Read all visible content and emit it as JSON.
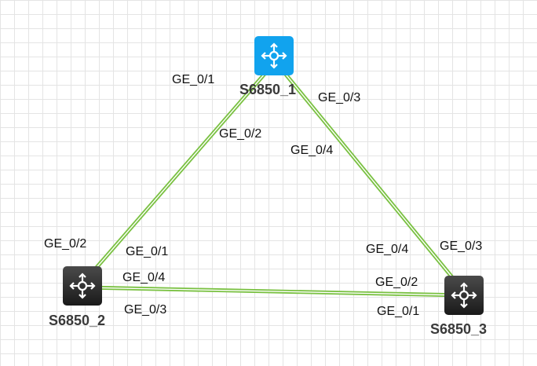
{
  "devices": {
    "s1": {
      "name": "S6850_1",
      "icon": "l3-switch-icon",
      "color": "#11a3ee"
    },
    "s2": {
      "name": "S6850_2",
      "icon": "l3-switch-icon",
      "color": "#262626"
    },
    "s3": {
      "name": "S6850_3",
      "icon": "l3-switch-icon",
      "color": "#262626"
    }
  },
  "links": [
    {
      "from": "S6850_1",
      "to": "S6850_2",
      "color": "#7ac142"
    },
    {
      "from": "S6850_1",
      "to": "S6850_3",
      "color": "#7ac142"
    },
    {
      "from": "S6850_2",
      "to": "S6850_3",
      "color": "#7ac142"
    }
  ],
  "ports": {
    "p1": "GE_0/1",
    "p2": "GE_0/3",
    "p3": "GE_0/2",
    "p4": "GE_0/4",
    "p5": "GE_0/2",
    "p6": "GE_0/1",
    "p7": "GE_0/4",
    "p8": "GE_0/3",
    "p9": "GE_0/4",
    "p10": "GE_0/3",
    "p11": "GE_0/2",
    "p12": "GE_0/1"
  }
}
